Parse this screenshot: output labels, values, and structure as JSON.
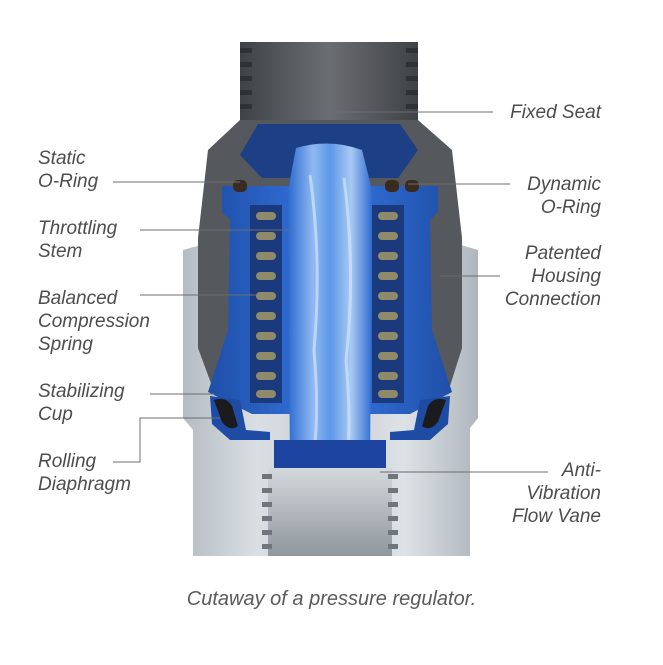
{
  "labels": {
    "fixed_seat": [
      "Fixed Seat"
    ],
    "static_oring": [
      "Static",
      "O-Ring"
    ],
    "dynamic_oring": [
      "Dynamic",
      "O-Ring"
    ],
    "throttling_stem": [
      "Throttling",
      "Stem"
    ],
    "patented_housing": [
      "Patented",
      "Housing",
      "Connection"
    ],
    "balanced_spring": [
      "Balanced",
      "Compression",
      "Spring"
    ],
    "stabilizing_cup": [
      "Stabilizing",
      "Cup"
    ],
    "rolling_diaphragm": [
      "Rolling",
      "Diaphragm"
    ],
    "anti_vibration": [
      "Anti-",
      "Vibration",
      "Flow Vane"
    ]
  },
  "caption": "Cutaway of a pressure regulator.",
  "colors": {
    "label_text": "#4d4d4f",
    "leader_line": "#6d6d6f",
    "blue_body": "#2a62c4",
    "dark_blue": "#173f8c",
    "housing_gray": "#5b5e63",
    "outer_metal": "#c2c9cf",
    "water": "#4c8ee6"
  }
}
